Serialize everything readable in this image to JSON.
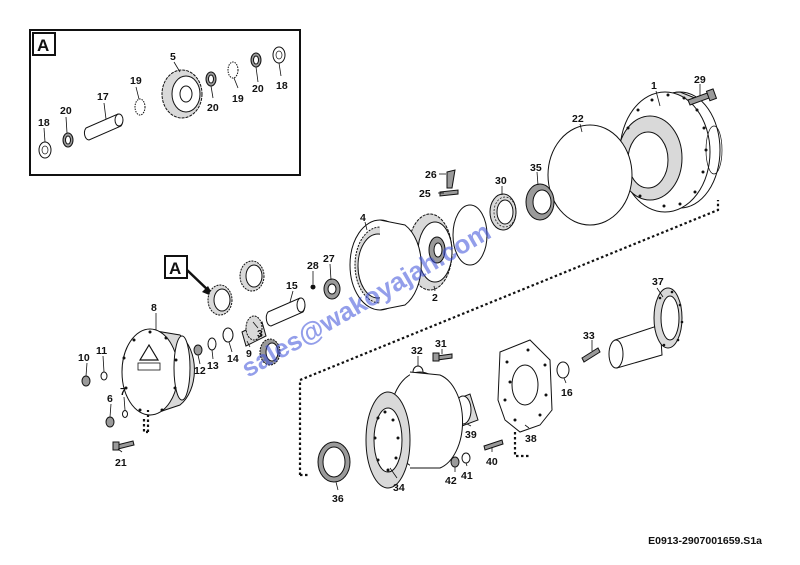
{
  "detail_box": {
    "callout_letter": "A",
    "labels": [
      "5",
      "19",
      "20",
      "19",
      "20",
      "18",
      "17",
      "20",
      "18"
    ]
  },
  "callout": {
    "letter": "A"
  },
  "part_labels": [
    "1",
    "29",
    "22",
    "26",
    "25",
    "30",
    "35",
    "4",
    "2",
    "27",
    "28",
    "15",
    "3",
    "8",
    "9",
    "14",
    "13",
    "12",
    "10",
    "11",
    "7",
    "6",
    "21",
    "37",
    "33",
    "16",
    "32",
    "31",
    "38",
    "39",
    "40",
    "41",
    "42",
    "34",
    "36"
  ],
  "reference_code": "E0913-2907001659.S1a",
  "watermark": "sales@wakoyajah.com"
}
